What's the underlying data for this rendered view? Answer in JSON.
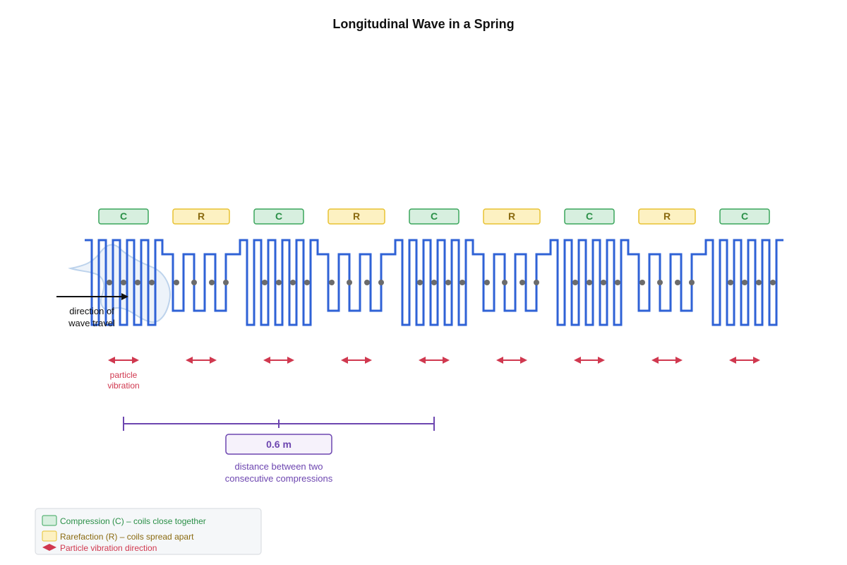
{
  "title": "Longitudinal Wave in a Spring",
  "colors": {
    "spring": "#2f62d6",
    "compression_fill": "#d7efdf",
    "compression_stroke": "#3aa55c",
    "compression_text": "#2a8f47",
    "rarefaction_fill": "#fdf1c2",
    "rarefaction_stroke": "#e8c233",
    "rarefaction_text": "#8a6a10",
    "vibration": "#d0384f",
    "wavelength": "#6d46b0",
    "dot": "#6b6b6b"
  },
  "zones": [
    {
      "type": "C",
      "label": "C"
    },
    {
      "type": "R",
      "label": "R"
    },
    {
      "type": "C",
      "label": "C"
    },
    {
      "type": "R",
      "label": "R"
    },
    {
      "type": "C",
      "label": "C"
    },
    {
      "type": "R",
      "label": "R"
    },
    {
      "type": "C",
      "label": "C"
    },
    {
      "type": "R",
      "label": "R"
    },
    {
      "type": "C",
      "label": "C"
    }
  ],
  "direction_label": [
    "direction of",
    "wave travel"
  ],
  "vibration_label": [
    "particle",
    "vibration"
  ],
  "wavelength": {
    "value_label": "0.6 m",
    "caption": [
      "distance between two",
      "consecutive compressions"
    ]
  },
  "legend": {
    "compression": "Compression (C) – coils close together",
    "rarefaction": "Rarefaction (R) – coils spread apart",
    "vibration": "Particle vibration direction"
  }
}
